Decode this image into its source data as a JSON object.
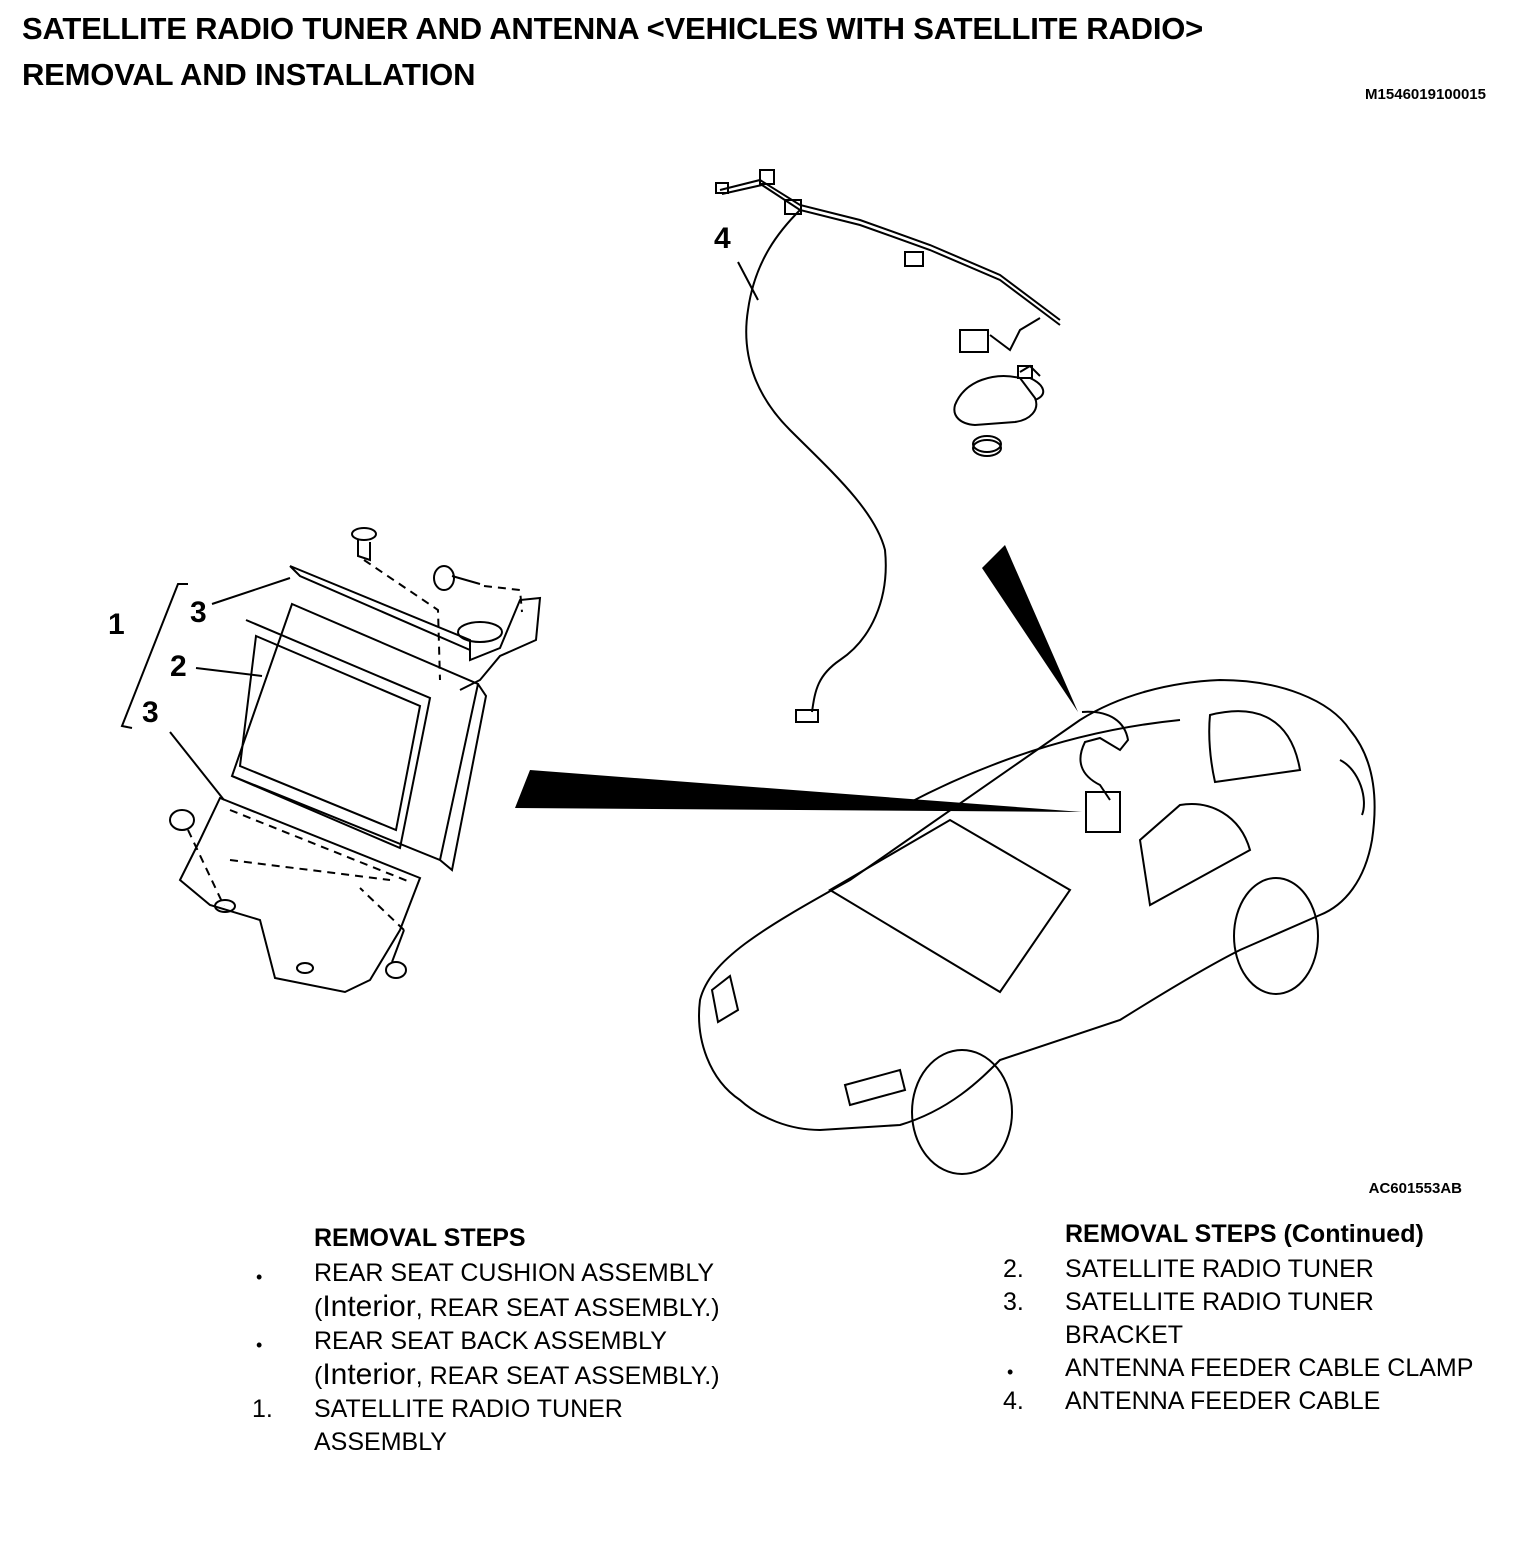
{
  "header": {
    "title_line1": "SATELLITE RADIO TUNER AND ANTENNA <VEHICLES WITH SATELLITE RADIO>",
    "title_line2": "REMOVAL AND INSTALLATION",
    "doc_id": "M1546019100015"
  },
  "figure": {
    "id": "AC601553AB",
    "callouts": {
      "c1": "1",
      "c2": "2",
      "c3a": "3",
      "c3b": "3",
      "c4": "4"
    }
  },
  "removal_steps": {
    "heading": "REMOVAL STEPS",
    "items": [
      {
        "marker": "•",
        "label_before": "REAR SEAT CUSHION ASSEMBLY (",
        "label_link": "Interior",
        "label_after": ", REAR SEAT ASSEMBLY.)"
      },
      {
        "marker": "•",
        "label_before": "REAR SEAT BACK ASSEMBLY (",
        "label_link": "Interior",
        "label_after": ", REAR SEAT ASSEMBLY.)"
      },
      {
        "marker": "1.",
        "label_before": "SATELLITE RADIO TUNER ASSEMBLY",
        "label_link": "",
        "label_after": ""
      }
    ]
  },
  "removal_steps_continued": {
    "heading": "REMOVAL STEPS (Continued)",
    "items": [
      {
        "marker": "2.",
        "label": "SATELLITE RADIO TUNER"
      },
      {
        "marker": "3.",
        "label": "SATELLITE RADIO TUNER BRACKET"
      },
      {
        "marker": "•",
        "label": "ANTENNA FEEDER CABLE CLAMP"
      },
      {
        "marker": "4.",
        "label": "ANTENNA FEEDER CABLE"
      }
    ]
  }
}
